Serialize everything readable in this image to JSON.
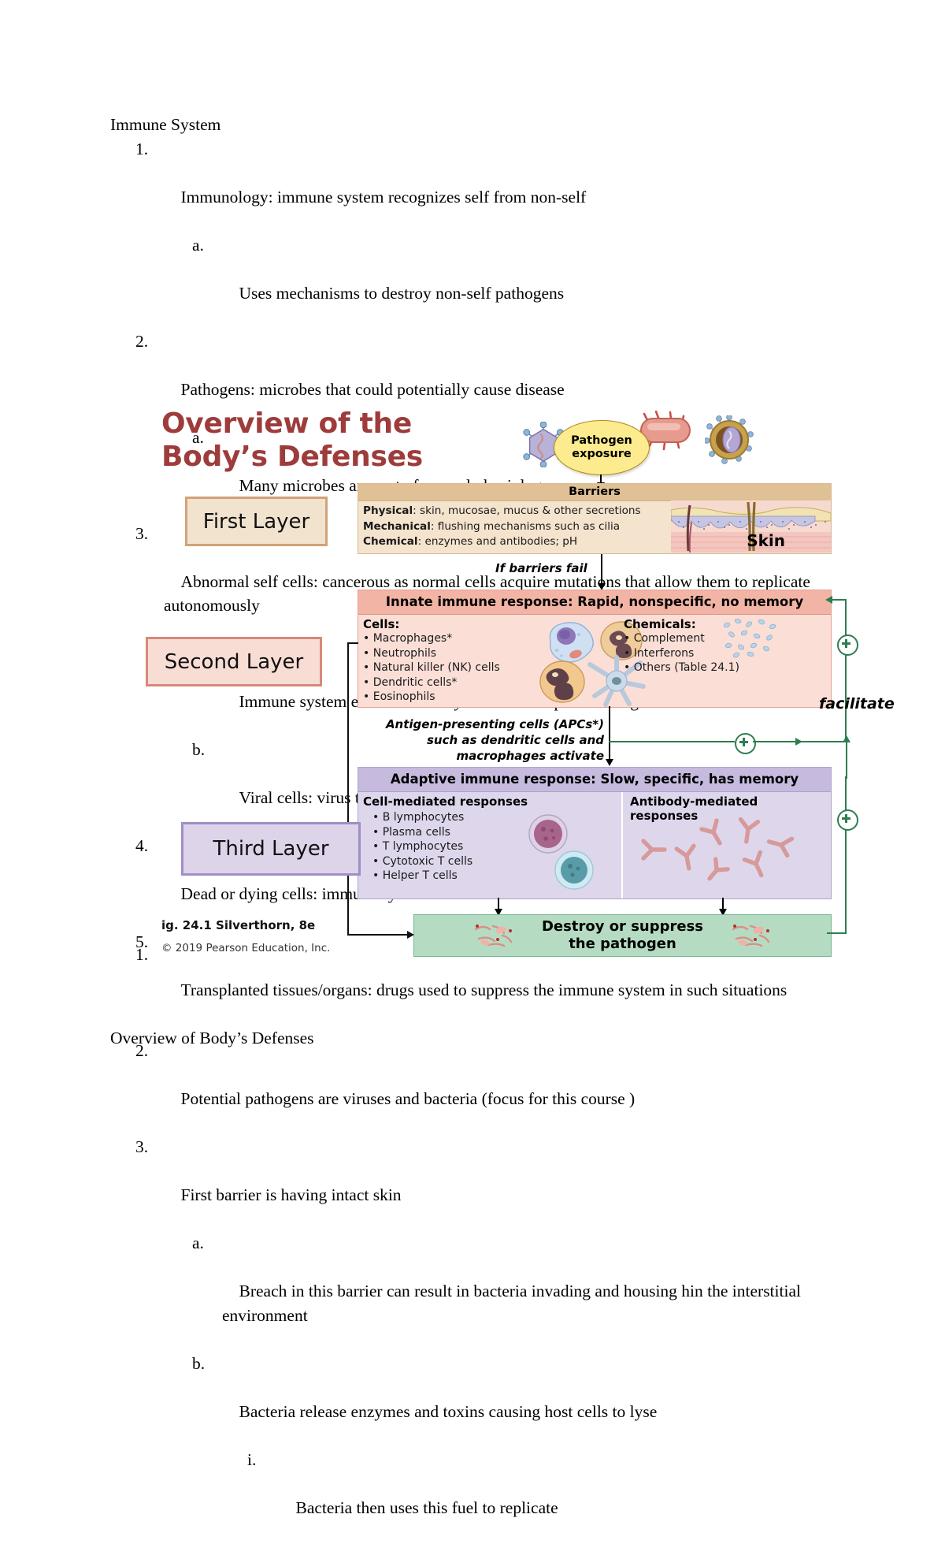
{
  "notes": {
    "heading": "Immune System",
    "items": [
      {
        "marker": "1.",
        "level": 1,
        "text": "Immunology: immune system recognizes self from non-self"
      },
      {
        "marker": "a.",
        "level": 2,
        "text": "Uses mechanisms to destroy non-self pathogens"
      },
      {
        "marker": "2.",
        "level": 1,
        "text": "Pathogens: microbes that could potentially cause disease"
      },
      {
        "marker": "a.",
        "level": 2,
        "text": "Many microbes are part of normal physiology"
      },
      {
        "marker": "3.",
        "level": 1,
        "text": "Abnormal self cells: cancerous as normal cells acquire mutations that allow them to replicate autonomously"
      },
      {
        "marker": "a.",
        "level": 2,
        "text": "Immune system eliminates many of these self-proliferating cells"
      },
      {
        "marker": "b.",
        "level": 2,
        "text": "Viral cells: virus turns the host cell into a factory for replicating viruses"
      },
      {
        "marker": "4.",
        "level": 1,
        "text": "Dead or dying cells: immune system eliminated dead cells"
      },
      {
        "marker": "5.",
        "level": 1,
        "text": "Transplanted tissues/organs: drugs used to suppress the immune system in such situations"
      }
    ],
    "subheading": "Overview of Body’s Defenses"
  },
  "figure": {
    "title_line1": "Overview of the",
    "title_line2": "Body’s Defenses",
    "title_color": "#9e3c3c",
    "pathogen_bubble_line1": "Pathogen",
    "pathogen_bubble_line2": "exposure",
    "barriers": {
      "header": "Barriers",
      "rows": [
        {
          "bold": "Physical",
          "rest": ": skin, mucosae, mucus & other secretions"
        },
        {
          "bold": "Mechanical",
          "rest": ": flushing mechanisms such as cilia"
        },
        {
          "bold": "Chemical",
          "rest": ": enzymes and antibodies; pH"
        }
      ],
      "skin_label": "Skin"
    },
    "if_barriers_fail": "If barriers fail",
    "innate": {
      "header": "Innate immune response: Rapid, nonspecific, no memory",
      "cells_header": "Cells:",
      "cells": [
        "Macrophages*",
        "Neutrophils",
        "Natural killer (NK) cells",
        "Dendritic cells*",
        "Eosinophils"
      ],
      "chemicals_header": "Chemicals:",
      "chemicals": [
        "Complement",
        "Interferons",
        "Others (Table 24.1)"
      ]
    },
    "apc_caption_line1": "Antigen-presenting cells (APCs*)",
    "apc_caption_line2": "such as dendritic cells and",
    "apc_caption_line3": "macrophages activate",
    "adaptive": {
      "header": "Adaptive immune response: Slow, specific, has memory",
      "cell_mediated_header": "Cell-mediated responses",
      "cell_mediated": [
        "B lymphocytes",
        "Plasma cells",
        "T lymphocytes",
        "Cytotoxic T cells",
        "Helper T cells"
      ],
      "antibody_mediated_header_line1": "Antibody-mediated",
      "antibody_mediated_header_line2": "responses"
    },
    "destroy_line1": "Destroy or suppress",
    "destroy_line2": "the pathogen",
    "facilitate_label": "facilitate",
    "layers": {
      "first": "First Layer",
      "second": "Second Layer",
      "third": "Third Layer"
    },
    "credit_line1": "ig. 24.1 Silverthorn, 8e",
    "credit_line2": "© 2019 Pearson Education, Inc."
  },
  "notes_after": {
    "items": [
      {
        "marker": "1.",
        "level": 1,
        "text": ""
      },
      {
        "marker": "2.",
        "level": 1,
        "text": "Potential pathogens are viruses and bacteria (focus for this course )"
      },
      {
        "marker": "3.",
        "level": 1,
        "text": "First barrier is having intact skin"
      },
      {
        "marker": "a.",
        "level": 2,
        "text": "Breach in this barrier can result in bacteria invading and housing hin the interstitial environment"
      },
      {
        "marker": "b.",
        "level": 2,
        "text": "Bacteria release enzymes and toxins causing host cells to lyse"
      },
      {
        "marker": "i.",
        "level": 3,
        "text": "Bacteria then uses this fuel to replicate"
      }
    ]
  }
}
